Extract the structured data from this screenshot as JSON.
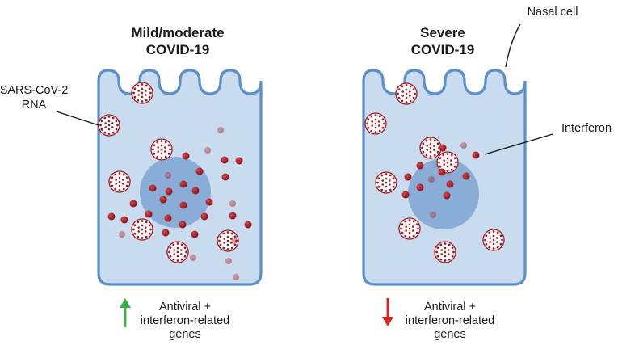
{
  "panels": {
    "mild": {
      "title_line1": "Mild/moderate",
      "title_line2": "COVID-19",
      "genes_line1": "Antiviral +",
      "genes_line2": "interferon-related",
      "genes_line3": "genes",
      "arrow_direction": "up",
      "arrow_color": "#39b14a"
    },
    "severe": {
      "title_line1": "Severe",
      "title_line2": "COVID-19",
      "genes_line1": "Antiviral +",
      "genes_line2": "interferon-related",
      "genes_line3": "genes",
      "arrow_direction": "down",
      "arrow_color": "#e0201b"
    }
  },
  "labels": {
    "virus_line1": "SARS-CoV-2",
    "virus_line2": "RNA",
    "nasal_cell": "Nasal cell",
    "interferon": "Interferon"
  },
  "colors": {
    "cell_fill": "#c9dbef",
    "cell_stroke": "#5b8fcc",
    "nucleus_fill": "#7fa4d3",
    "dot_fill": "#a3171f",
    "virus_color": "#a01820"
  }
}
